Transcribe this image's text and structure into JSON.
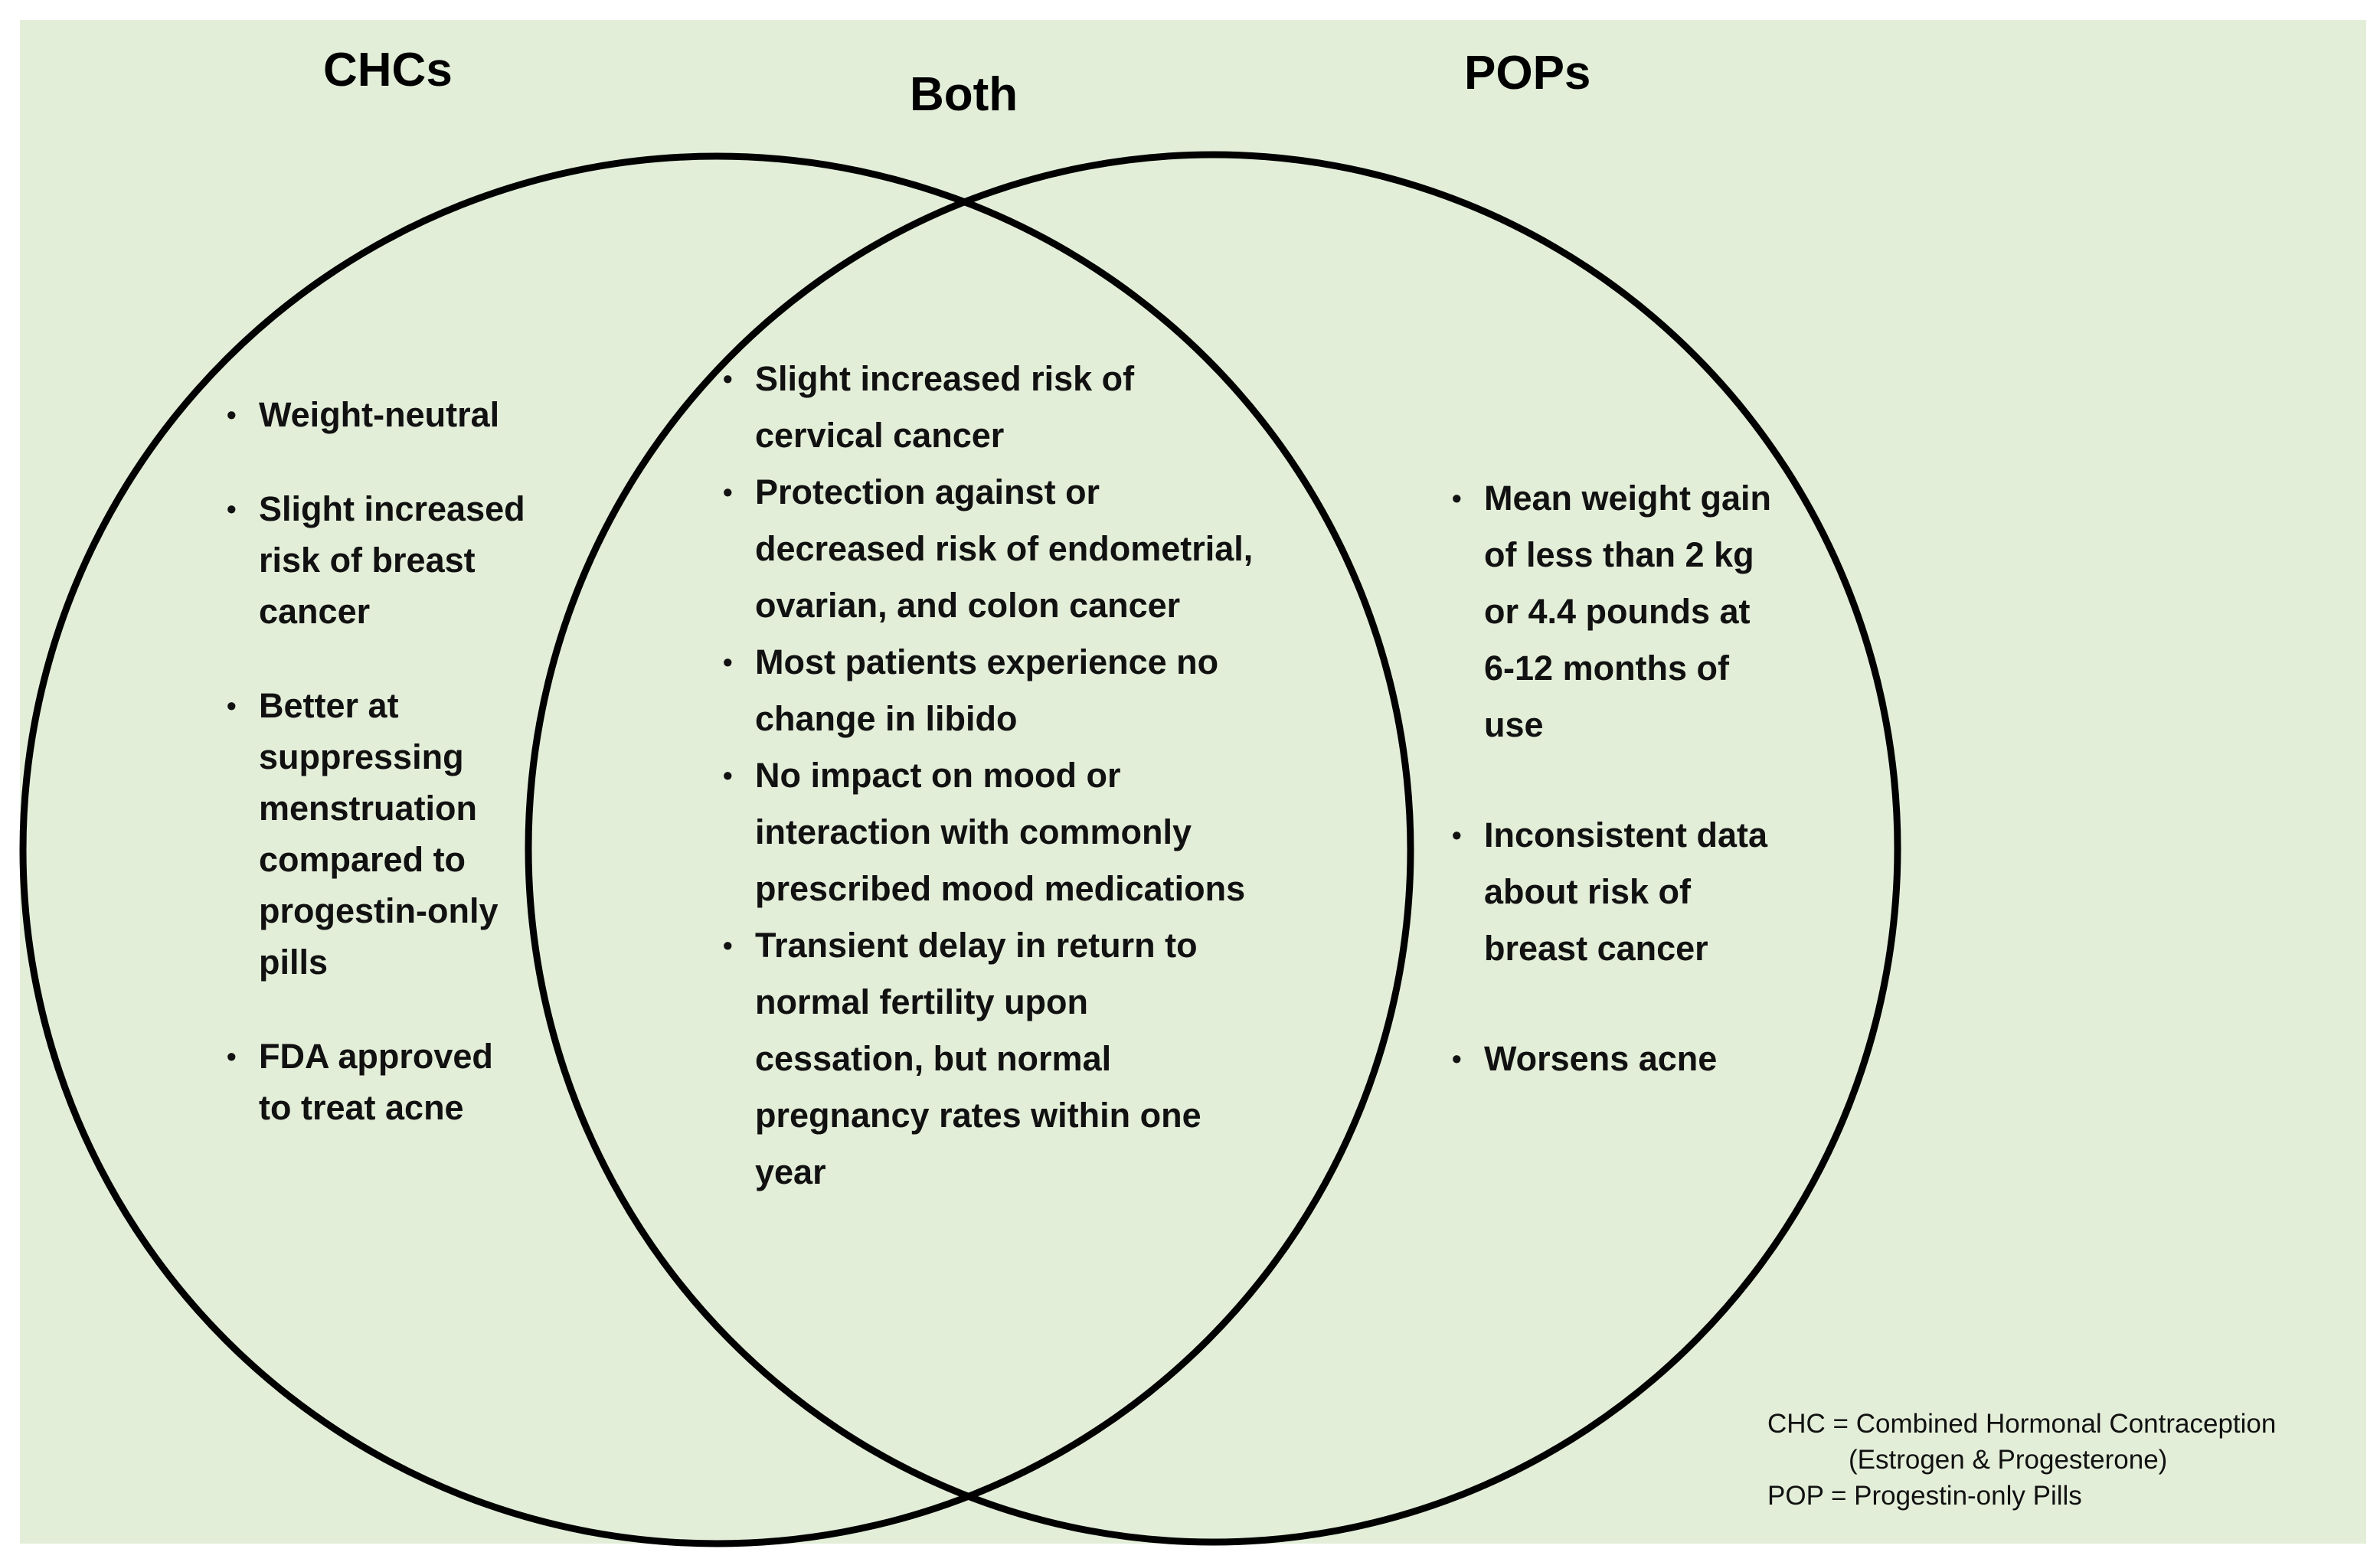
{
  "headings": {
    "left": "CHCs",
    "middle": "Both",
    "right": "POPs"
  },
  "left_items": [
    "Weight-neutral",
    "Slight increased risk of breast cancer",
    "Better at suppressing menstruation compared to progestin-only pills",
    "FDA approved to treat acne"
  ],
  "middle_items": [
    "Slight increased risk of cervical cancer",
    "Protection against or decreased risk of endometrial, ovarian, and colon cancer",
    "Most patients experience no change in libido",
    "No impact on mood or interaction with commonly prescribed mood medications",
    "Transient delay in return to normal fertility upon cessation, but normal pregnancy rates within one year"
  ],
  "right_items": [
    "Mean weight gain of less than 2 kg or 4.4 pounds at 6-12 months of use",
    "Inconsistent data about risk of breast cancer",
    "Worsens acne"
  ],
  "legend": {
    "line1": "CHC = Combined Hormonal Contraception",
    "line2": "(Estrogen & Progesterone)",
    "line3": "POP = Progestin-only Pills"
  },
  "colors": {
    "background": "#e3eed9",
    "outline": "#000000"
  }
}
